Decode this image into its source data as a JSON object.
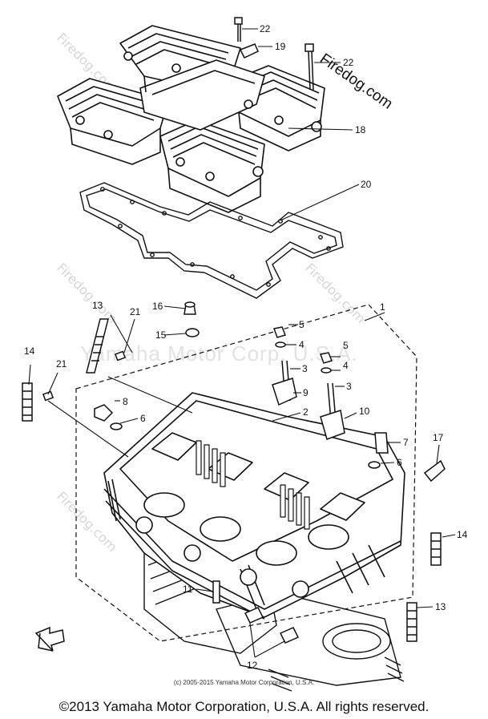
{
  "watermark": {
    "site": "Firedog.com",
    "brand": "Yamaha Motor Corp. U.S.A."
  },
  "labels": {
    "l1": "1",
    "l2": "2",
    "l3a": "3",
    "l3b": "3",
    "l4a": "4",
    "l4b": "4",
    "l5a": "5",
    "l5b": "5",
    "l6a": "6",
    "l6b": "6",
    "l7": "7",
    "l8": "8",
    "l9": "9",
    "l10": "10",
    "l11": "11",
    "l12": "12",
    "l13a": "13",
    "l13b": "13",
    "l14a": "14",
    "l14b": "14",
    "l15": "15",
    "l16": "16",
    "l17": "17",
    "l18": "18",
    "l19": "19",
    "l20": "20",
    "l21a": "21",
    "l21b": "21",
    "l22a": "22",
    "l22b": "22"
  },
  "inner_copyright": "(c) 2005-2015 Yamaha Motor Corporation, U.S.A.",
  "footer": "©2013 Yamaha Motor Corporation, U.S.A. All rights reserved.",
  "colors": {
    "line": "#111111",
    "watermark": "#d6d6d6"
  }
}
